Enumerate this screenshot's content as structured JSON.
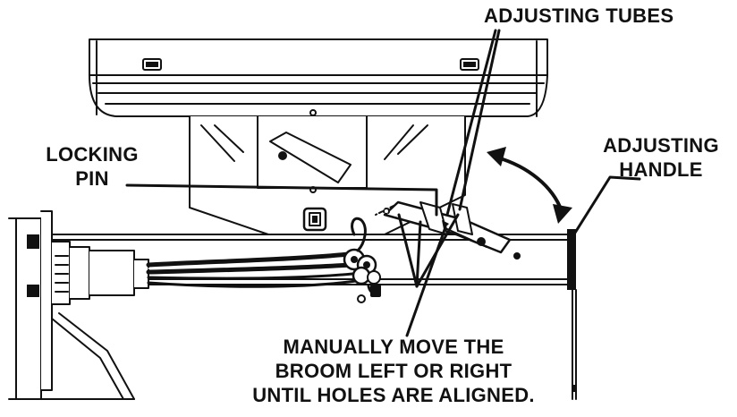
{
  "labels": {
    "adjusting_tubes": "ADJUSTING TUBES",
    "adjusting_handle": [
      "ADJUSTING",
      "HANDLE"
    ],
    "locking_pin": [
      "LOCKING",
      "PIN"
    ],
    "instruction": [
      "MANUALLY MOVE THE",
      "BROOM LEFT OR RIGHT",
      "UNTIL HOLES ARE ALIGNED."
    ]
  },
  "colors": {
    "ink": "#111111",
    "paper": "#ffffff",
    "shade": "#3a3a3a"
  }
}
